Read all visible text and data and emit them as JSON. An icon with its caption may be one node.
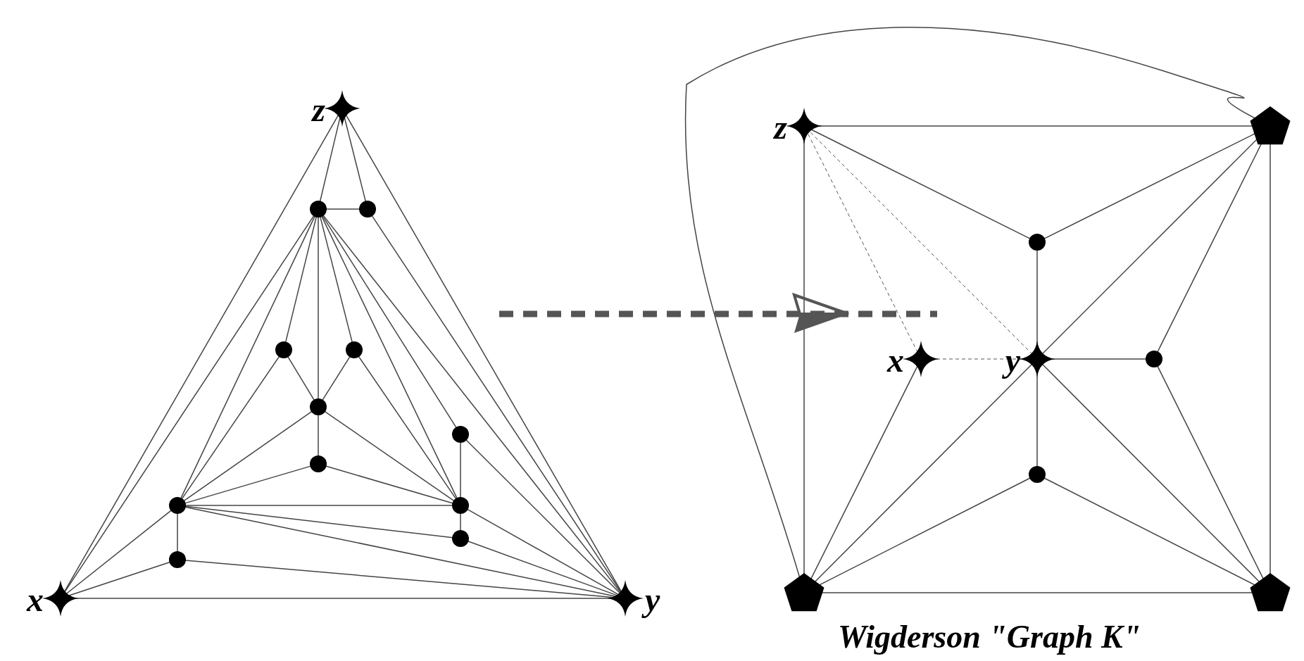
{
  "diagram": {
    "caption": "Wigderson \"Graph K\"",
    "nodes": [
      {
        "text": [],
        "shape": "star",
        "beside": [
          "z"
        ]
      },
      {
        "text": [],
        "shape": "circle"
      },
      {
        "text": [],
        "shape": "circle"
      },
      {
        "text": [],
        "shape": "circle"
      },
      {
        "text": [],
        "shape": "circle"
      },
      {
        "text": [],
        "shape": "circle"
      },
      {
        "text": [],
        "shape": "circle"
      },
      {
        "text": [],
        "shape": "circle"
      },
      {
        "text": [],
        "shape": "circle"
      },
      {
        "text": [],
        "shape": "circle"
      },
      {
        "text": [],
        "shape": "circle"
      },
      {
        "text": [],
        "shape": "circle"
      },
      {
        "text": [],
        "shape": "star",
        "beside": [
          "x"
        ]
      },
      {
        "text": [],
        "shape": "star",
        "beside": [
          "y"
        ]
      },
      {
        "text": [],
        "shape": "star",
        "beside": [
          "z"
        ]
      },
      {
        "text": [],
        "shape": "pentagon"
      },
      {
        "text": [],
        "shape": "circle"
      },
      {
        "text": [],
        "shape": "star",
        "beside": [
          "x"
        ]
      },
      {
        "text": [],
        "shape": "star",
        "beside": [
          "y"
        ]
      },
      {
        "text": [],
        "shape": "circle"
      },
      {
        "text": [],
        "shape": "circle"
      },
      {
        "text": [],
        "shape": "pentagon"
      },
      {
        "text": [],
        "shape": "pentagon"
      }
    ],
    "edges": [
      {
        "from": 0,
        "to": 12,
        "arrow": "none"
      },
      {
        "from": 0,
        "to": 13,
        "arrow": "none"
      },
      {
        "from": 12,
        "to": 13,
        "arrow": "none"
      },
      {
        "from": 0,
        "to": 1,
        "arrow": "none"
      },
      {
        "from": 0,
        "to": 2,
        "arrow": "none"
      },
      {
        "from": 1,
        "to": 2,
        "arrow": "none"
      },
      {
        "from": 2,
        "to": 13,
        "arrow": "none"
      },
      {
        "from": 1,
        "to": 12,
        "arrow": "none"
      },
      {
        "from": 1,
        "to": 8,
        "arrow": "none"
      },
      {
        "from": 1,
        "to": 3,
        "arrow": "none"
      },
      {
        "from": 1,
        "to": 5,
        "arrow": "none"
      },
      {
        "from": 1,
        "to": 4,
        "arrow": "none"
      },
      {
        "from": 1,
        "to": 9,
        "arrow": "none"
      },
      {
        "from": 1,
        "to": 6,
        "arrow": "none"
      },
      {
        "from": 1,
        "to": 13,
        "arrow": "none"
      },
      {
        "from": 3,
        "to": 8,
        "arrow": "none"
      },
      {
        "from": 3,
        "to": 5,
        "arrow": "none"
      },
      {
        "from": 4,
        "to": 5,
        "arrow": "none"
      },
      {
        "from": 4,
        "to": 9,
        "arrow": "none"
      },
      {
        "from": 5,
        "to": 7,
        "arrow": "none"
      },
      {
        "from": 5,
        "to": 8,
        "arrow": "none"
      },
      {
        "from": 5,
        "to": 9,
        "arrow": "none"
      },
      {
        "from": 7,
        "to": 8,
        "arrow": "none"
      },
      {
        "from": 7,
        "to": 9,
        "arrow": "none"
      },
      {
        "from": 8,
        "to": 9,
        "arrow": "none"
      },
      {
        "from": 8,
        "to": 10,
        "arrow": "none"
      },
      {
        "from": 8,
        "to": 13,
        "arrow": "none"
      },
      {
        "from": 8,
        "to": 11,
        "arrow": "none"
      },
      {
        "from": 8,
        "to": 12,
        "arrow": "none"
      },
      {
        "from": 6,
        "to": 9,
        "arrow": "none"
      },
      {
        "from": 6,
        "to": 13,
        "arrow": "none"
      },
      {
        "from": 9,
        "to": 10,
        "arrow": "none"
      },
      {
        "from": 9,
        "to": 13,
        "arrow": "none"
      },
      {
        "from": 10,
        "to": 13,
        "arrow": "none"
      },
      {
        "from": 11,
        "to": 12,
        "arrow": "none"
      },
      {
        "from": 11,
        "to": 13,
        "arrow": "none"
      },
      {
        "from": 14,
        "to": 15,
        "arrow": "none"
      },
      {
        "from": 14,
        "to": 21,
        "arrow": "none"
      },
      {
        "from": 14,
        "to": 16,
        "arrow": "none"
      },
      {
        "from": 14,
        "to": 17,
        "arrow": "none",
        "style": "dashed"
      },
      {
        "from": 14,
        "to": 18,
        "arrow": "none",
        "style": "dashed"
      },
      {
        "from": 17,
        "to": 18,
        "arrow": "none",
        "style": "dashed"
      },
      {
        "from": 15,
        "to": 16,
        "arrow": "none"
      },
      {
        "from": 15,
        "to": 18,
        "arrow": "none"
      },
      {
        "from": 15,
        "to": 19,
        "arrow": "none"
      },
      {
        "from": 15,
        "to": 22,
        "arrow": "none"
      },
      {
        "from": 21,
        "to": 22,
        "arrow": "none"
      },
      {
        "from": 21,
        "to": 17,
        "arrow": "none"
      },
      {
        "from": 21,
        "to": 18,
        "arrow": "none"
      },
      {
        "from": 21,
        "to": 20,
        "arrow": "none"
      },
      {
        "from": 22,
        "to": 20,
        "arrow": "none"
      },
      {
        "from": 22,
        "to": 18,
        "arrow": "none"
      },
      {
        "from": 22,
        "to": 19,
        "arrow": "none"
      },
      {
        "from": 16,
        "to": 18,
        "arrow": "none"
      },
      {
        "from": 18,
        "to": 19,
        "arrow": "none"
      },
      {
        "from": 18,
        "to": 20,
        "arrow": "none"
      },
      {
        "from": 21,
        "to": 15,
        "arrow": "none"
      }
    ]
  }
}
